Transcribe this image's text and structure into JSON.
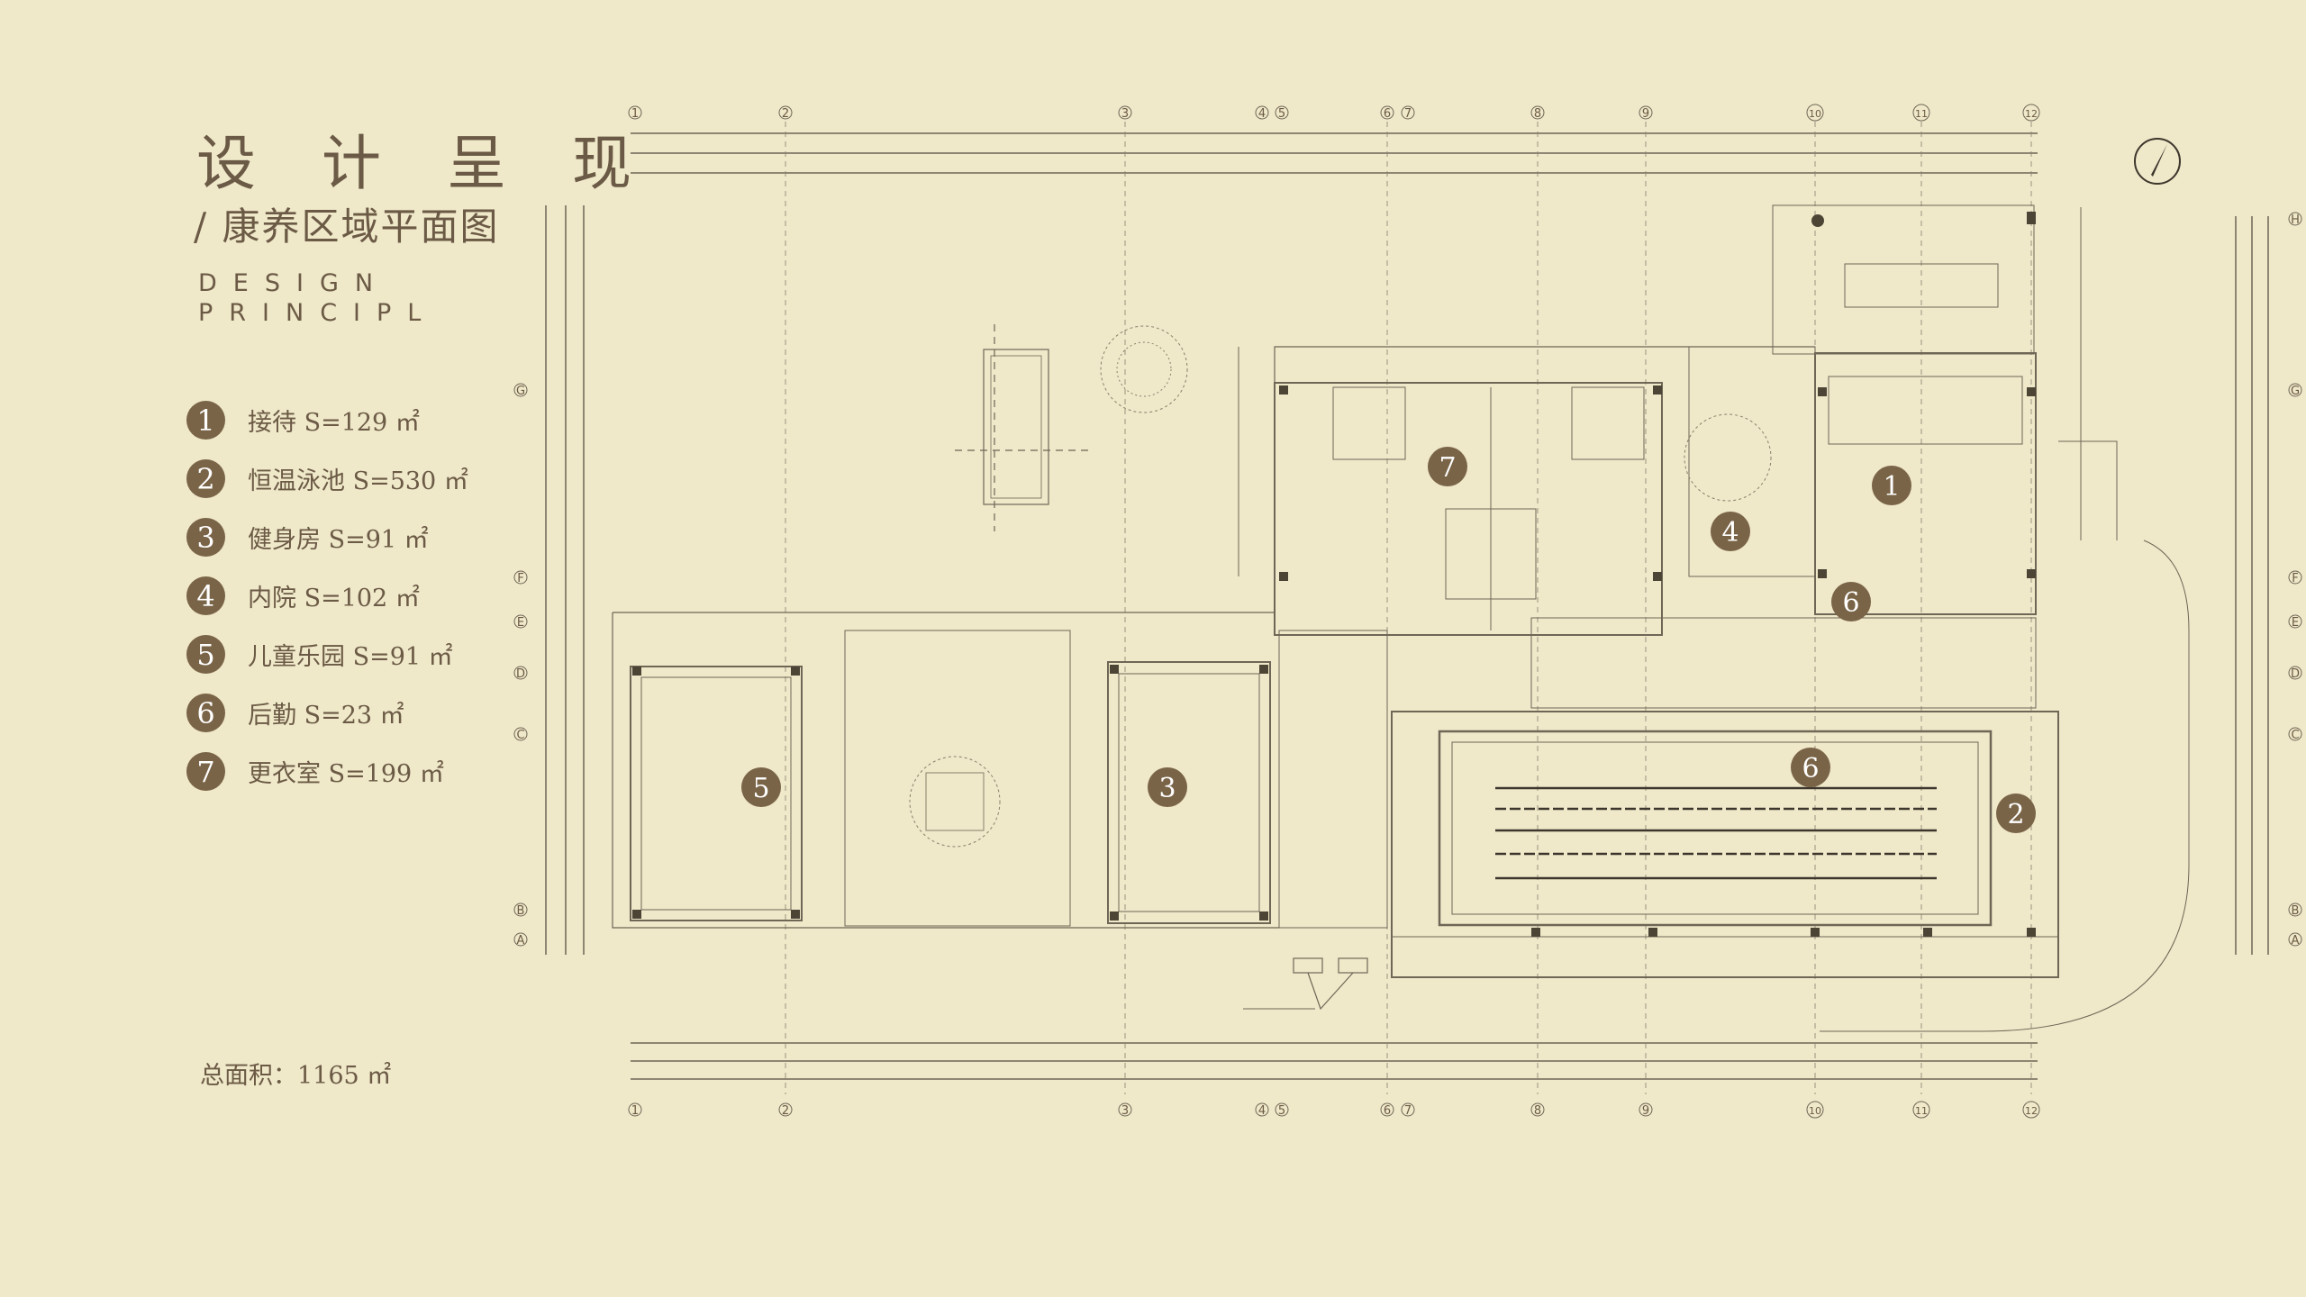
{
  "header": {
    "title": "设 计 呈 现",
    "subtitle": "/ 康养区域平面图",
    "english_line1": "DESIGN",
    "english_line2": "PRINCIPL"
  },
  "legend": [
    {
      "num": "1",
      "text": "接待 S=129 ㎡"
    },
    {
      "num": "2",
      "text": "恒温泳池 S=530 ㎡"
    },
    {
      "num": "3",
      "text": "健身房 S=91 ㎡"
    },
    {
      "num": "4",
      "text": "内院 S=102 ㎡"
    },
    {
      "num": "5",
      "text": "儿童乐园 S=91 ㎡"
    },
    {
      "num": "6",
      "text": "后勤 S=23 ㎡"
    },
    {
      "num": "7",
      "text": "更衣室 S=199 ㎡"
    }
  ],
  "total_area": "总面积：1165 ㎡",
  "plan": {
    "axis_numbers": [
      "1",
      "2",
      "3",
      "4",
      "5",
      "6",
      "7",
      "8",
      "9",
      "10",
      "11",
      "12"
    ],
    "axis_letters": [
      "H",
      "G",
      "F",
      "E",
      "D",
      "C",
      "B",
      "A"
    ],
    "room_markers": [
      "1",
      "2",
      "3",
      "4",
      "5",
      "6",
      "6",
      "7"
    ]
  },
  "colors": {
    "background": "#efe8c9",
    "accent": "#7a6447",
    "text": "#6b5a45",
    "linework": "#6f6656"
  }
}
